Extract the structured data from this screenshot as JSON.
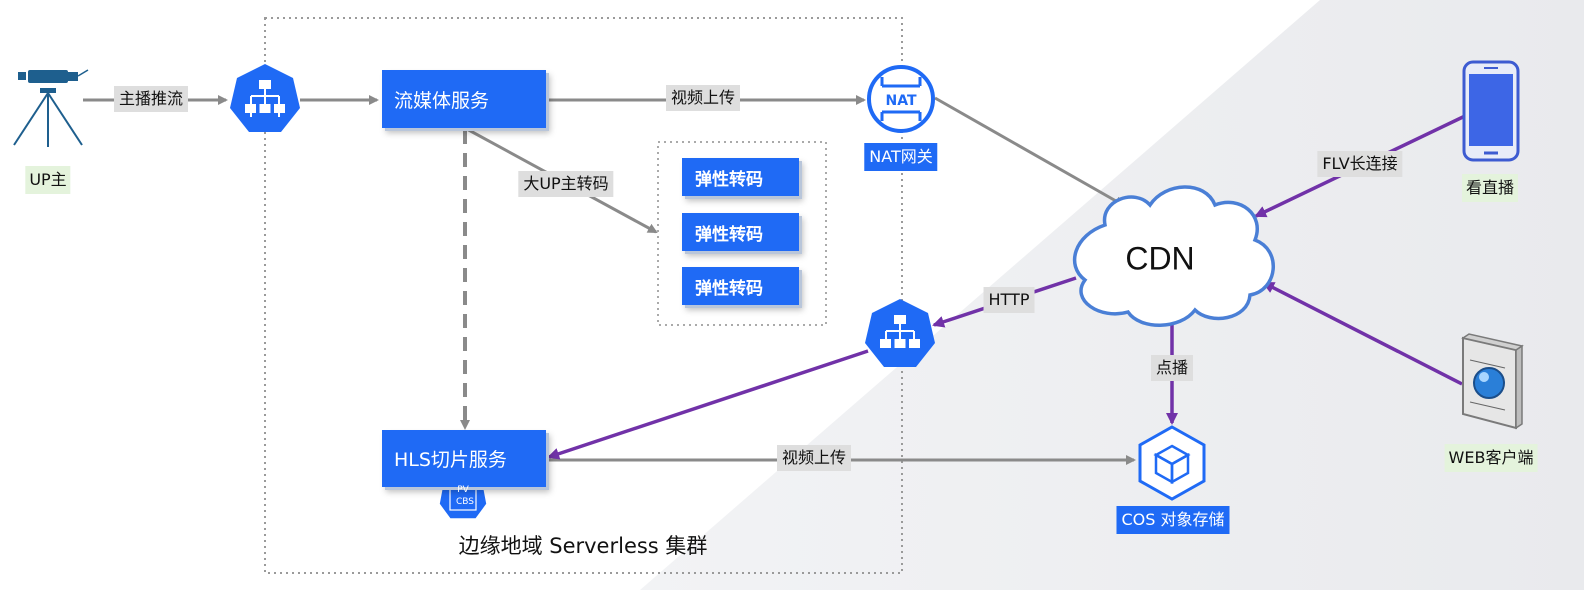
{
  "nodes": {
    "up_host": "UP主",
    "streaming_service": "流媒体服务",
    "hls_service": "HLS切片服务",
    "transcode": [
      "弹性转码",
      "弹性转码",
      "弹性转码"
    ],
    "nat_gateway": "NAT网关",
    "nat_badge": "NAT",
    "cdn": "CDN",
    "watch_live": "看直播",
    "web_client": "WEB客户端",
    "cos_storage": "COS 对象存储",
    "pv_badge": [
      "PV",
      "CBS"
    ],
    "cluster": "边缘地域 Serverless 集群"
  },
  "edges": {
    "push_stream": "主播推流",
    "video_upload_1": "视频上传",
    "big_up_transcode": "大UP主转码",
    "video_upload_2": "视频上传",
    "flv_long_conn": "FLV长连接",
    "http": "HTTP",
    "vod": "点播"
  },
  "colors": {
    "service_blue": "#1f6af5",
    "arrow_gray": "#8a8a8a",
    "arrow_purple": "#7132a8",
    "cloud_stroke": "#4a7fd6",
    "label_green": "#e4f3dc",
    "label_gray": "#dedede"
  },
  "icons": {
    "up_host": "tripod-camera-icon",
    "load_balancer": "load-balancer-icon",
    "nat": "nat-gateway-icon",
    "phone": "phone-icon",
    "web_client": "browser-globe-icon",
    "cos": "cube-storage-icon",
    "cdn": "cloud-icon"
  }
}
